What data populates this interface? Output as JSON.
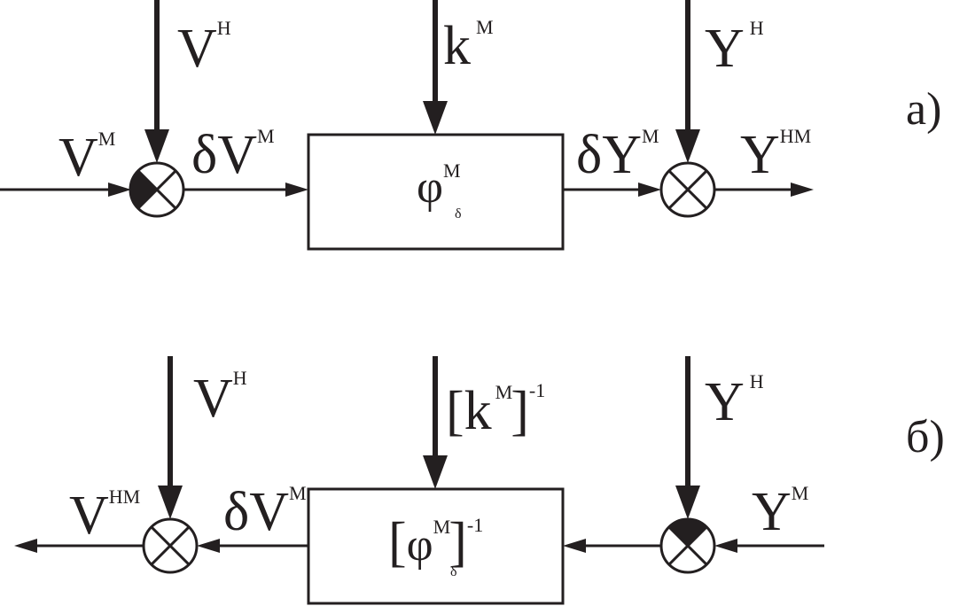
{
  "diagram_a": {
    "tag": "а)",
    "in_left": {
      "base": "V",
      "sup": "M"
    },
    "in_top_left": {
      "base": "V",
      "sup": "H"
    },
    "mid_left": {
      "base": "δV",
      "sup": "M"
    },
    "param": {
      "base": "k",
      "sup": "M"
    },
    "block": {
      "base": "φ",
      "sup": "M",
      "sub": "δ"
    },
    "mid_right": {
      "base": "δY",
      "sup": "M"
    },
    "in_top_right": {
      "base": "Y",
      "sup": "H"
    },
    "out_right": {
      "base": "Y",
      "sup": "HM"
    }
  },
  "diagram_b": {
    "tag": "б)",
    "in_top_left": {
      "base": "V",
      "sup": "H"
    },
    "out_left": {
      "base": "V",
      "sup": "HM"
    },
    "mid_left": {
      "base": "δV",
      "sup": "M"
    },
    "param": {
      "open": "[",
      "base": "k",
      "sup": "M",
      "close": "]",
      "exp": "-1"
    },
    "block": {
      "open": "[",
      "base": "φ",
      "sup": "M",
      "sub": "δ",
      "close": "]",
      "exp": "-1"
    },
    "in_top_right": {
      "base": "Y",
      "sup": "H"
    },
    "in_right": {
      "base": "Y",
      "sup": "M"
    }
  }
}
